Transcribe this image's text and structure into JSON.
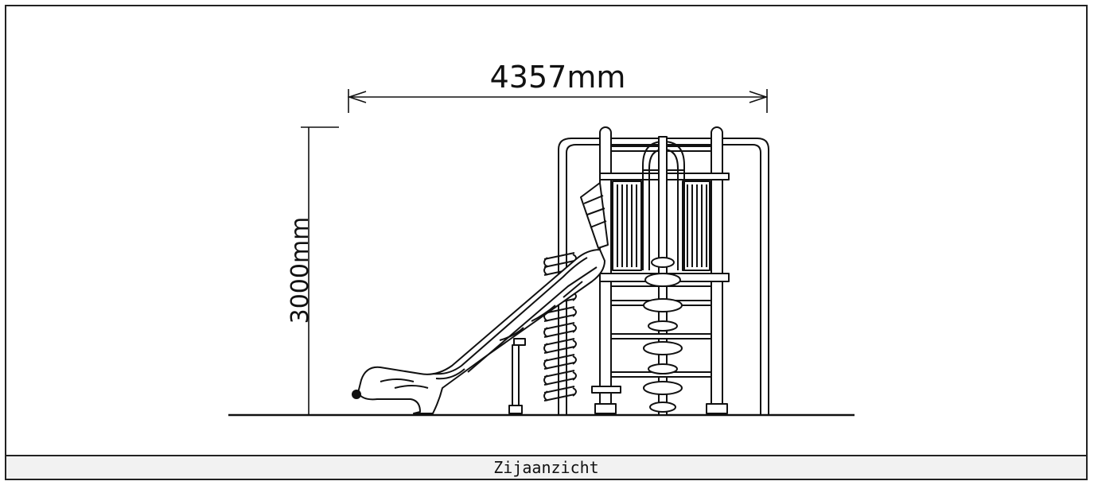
{
  "drawing": {
    "width_dimension_label": "4357mm",
    "height_dimension_label": "3000mm",
    "stroke_color": "#111111",
    "background_color": "#ffffff"
  },
  "caption": {
    "label": "Zijaanzicht",
    "background_color": "#f2f2f2"
  }
}
